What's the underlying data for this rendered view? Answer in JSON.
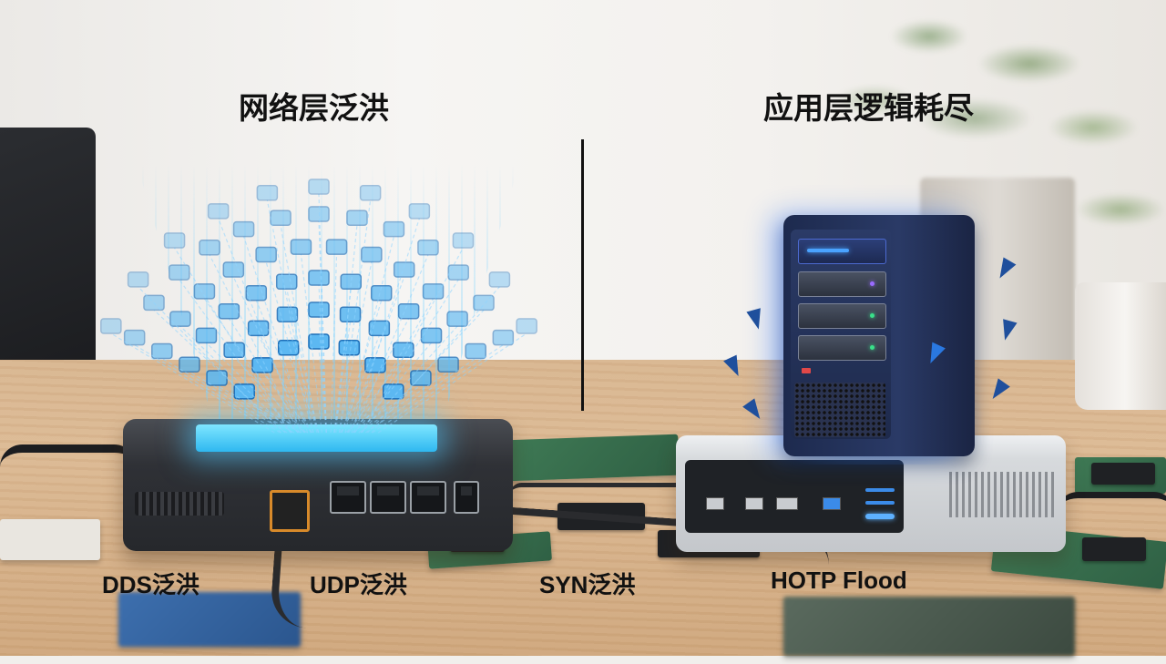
{
  "titles": {
    "left": "网络层泛洪",
    "right": "应用层逻辑耗尽"
  },
  "labels": {
    "dds": "DDS泛洪",
    "udp": "UDP泛洪",
    "syn": "SYN泛洪",
    "hotp": "HOTP Flood"
  },
  "colors": {
    "packet_fill": "#5cb8f2",
    "packet_edge": "#1e6fb8",
    "glow": "#35c4ff",
    "server_body": "#25345e",
    "table": "#d9b690"
  }
}
